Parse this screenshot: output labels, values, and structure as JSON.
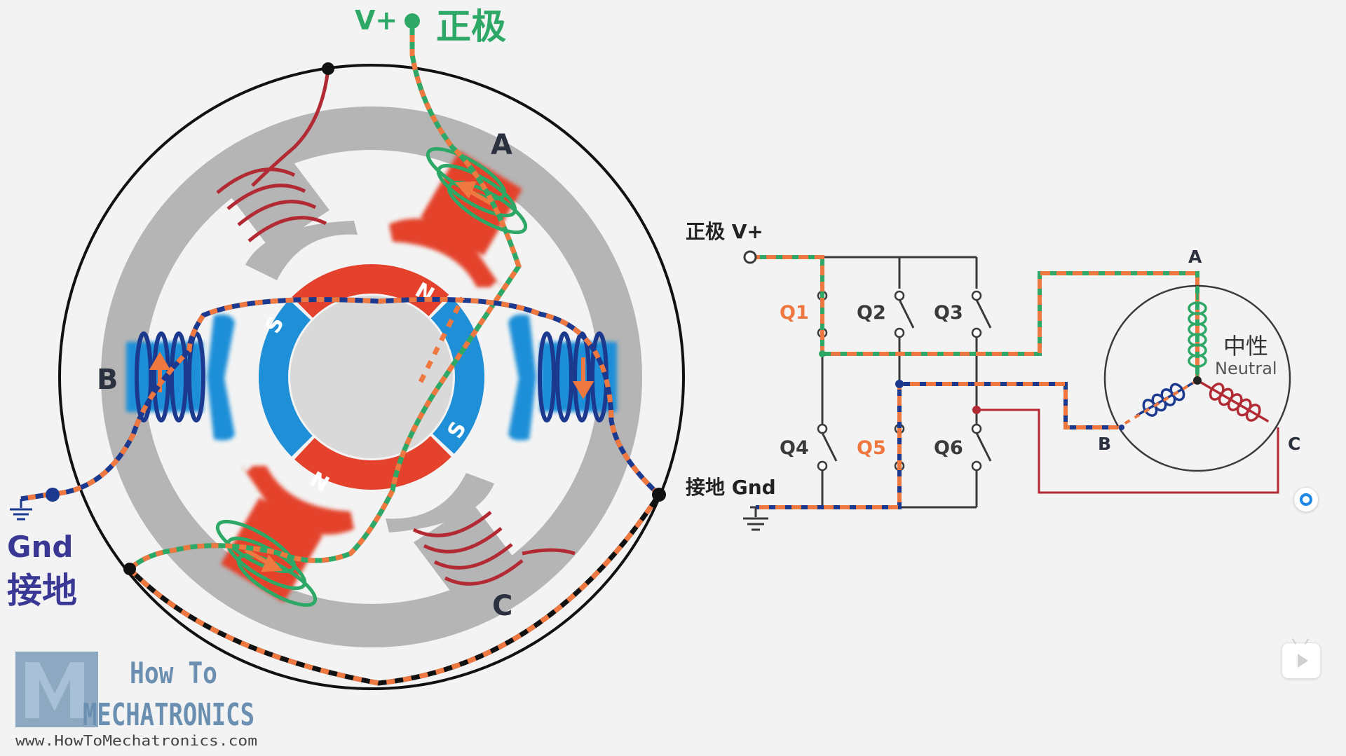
{
  "motor": {
    "vplus_label": "V+",
    "vplus_cn": "正极",
    "gnd_label": "Gnd",
    "gnd_cn": "接地",
    "phase_a": "A",
    "phase_b": "B",
    "phase_c": "C",
    "rotor_n_top": "N",
    "rotor_s_left": "S",
    "rotor_s_right": "S",
    "rotor_n_bottom": "N"
  },
  "circuit": {
    "vplus_label": "正极 V+",
    "gnd_label": "接地 Gnd",
    "switches": [
      {
        "label": "Q1",
        "highlighted": true
      },
      {
        "label": "Q2",
        "highlighted": false
      },
      {
        "label": "Q3",
        "highlighted": false
      },
      {
        "label": "Q4",
        "highlighted": false
      },
      {
        "label": "Q5",
        "highlighted": true
      },
      {
        "label": "Q6",
        "highlighted": false
      }
    ],
    "phase_a": "A",
    "phase_b": "B",
    "phase_c": "C",
    "neutral_cn": "中性",
    "neutral_en": "Neutral"
  },
  "logo": {
    "line1": "How To",
    "line2": "MECHATRONICS",
    "url": "www.HowToMechatronics.com"
  },
  "colors": {
    "current_path": "#ee7840",
    "coil_green": "#2ea866",
    "coil_blue": "#1b3a8f",
    "coil_red": "#b22a33",
    "pole_red": "#e4422c",
    "pole_blue": "#1f8fd8",
    "stator_gray": "#b5b5b5"
  }
}
